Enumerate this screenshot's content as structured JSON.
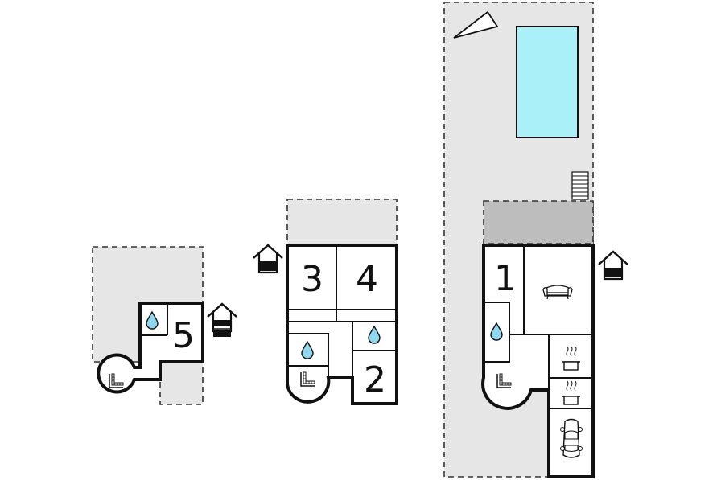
{
  "colors": {
    "terrain": "#e6e6e6",
    "terrace": "#bdbdbd",
    "pool": "#aaf0f8",
    "water": "#8ed8f0",
    "wall": "#111111",
    "background": "#ffffff"
  },
  "buildings": [
    {
      "id": "unit-right",
      "rooms": [
        {
          "number": "1",
          "type": "bedroom"
        },
        {
          "type": "living-room",
          "icon": "sofa-icon"
        },
        {
          "type": "bathroom",
          "icon": "water-drop-icon"
        },
        {
          "type": "kitchen",
          "icon": "cooking-pot-icon"
        },
        {
          "type": "kitchen",
          "icon": "cooking-pot-icon"
        },
        {
          "type": "garage",
          "icon": "car-icon"
        },
        {
          "type": "stairwell",
          "icon": "stairs-icon"
        }
      ],
      "features": [
        "swimming-pool",
        "terrace",
        "outdoor-stairs",
        "compass-arrow",
        "house-entrance-icon"
      ]
    },
    {
      "id": "unit-middle",
      "rooms": [
        {
          "number": "3",
          "type": "bedroom"
        },
        {
          "number": "4",
          "type": "bedroom"
        },
        {
          "number": "2",
          "type": "bedroom"
        },
        {
          "type": "bathroom",
          "icon": "water-drop-icon"
        },
        {
          "type": "bathroom",
          "icon": "water-drop-icon"
        },
        {
          "type": "stairwell",
          "icon": "stairs-icon"
        }
      ],
      "features": [
        "house-entrance-icon"
      ]
    },
    {
      "id": "unit-left",
      "rooms": [
        {
          "number": "5",
          "type": "bedroom"
        },
        {
          "type": "bathroom",
          "icon": "water-drop-icon"
        },
        {
          "type": "stairwell",
          "icon": "stairs-icon"
        }
      ],
      "features": [
        "house-entrance-icon"
      ]
    }
  ]
}
